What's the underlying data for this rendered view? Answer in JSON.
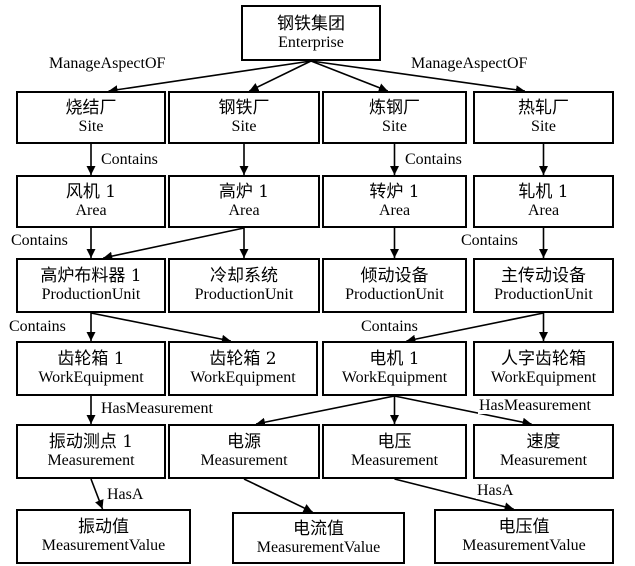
{
  "nodes": {
    "enterprise": {
      "cn": "钢铁集团",
      "en": "Enterprise"
    },
    "site_shaojie": {
      "cn": "烧结厂",
      "en": "Site"
    },
    "site_gangtie": {
      "cn": "钢铁厂",
      "en": "Site"
    },
    "site_liangang": {
      "cn": "炼钢厂",
      "en": "Site"
    },
    "site_rezha": {
      "cn": "热轧厂",
      "en": "Site"
    },
    "area_fengji": {
      "cn": "风机 1",
      "en": "Area"
    },
    "area_gaolu": {
      "cn": "高炉 1",
      "en": "Area"
    },
    "area_zhuanlu": {
      "cn": "转炉 1",
      "en": "Area"
    },
    "area_zhaji": {
      "cn": "轧机 1",
      "en": "Area"
    },
    "pu_bulaoqi": {
      "cn": "高炉布料器 1",
      "en": "ProductionUnit"
    },
    "pu_lengque": {
      "cn": "冷却系统",
      "en": "ProductionUnit"
    },
    "pu_qingdong": {
      "cn": "倾动设备",
      "en": "ProductionUnit"
    },
    "pu_zhuchuandong": {
      "cn": "主传动设备",
      "en": "ProductionUnit"
    },
    "we_chilunxiang1": {
      "cn": "齿轮箱 1",
      "en": "WorkEquipment"
    },
    "we_chilunxiang2": {
      "cn": "齿轮箱 2",
      "en": "WorkEquipment"
    },
    "we_dianji": {
      "cn": "电机 1",
      "en": "WorkEquipment"
    },
    "we_renzi": {
      "cn": "人字齿轮箱",
      "en": "WorkEquipment"
    },
    "m_zhendong": {
      "cn": "振动测点 1",
      "en": "Measurement"
    },
    "m_dianyuan": {
      "cn": "电源",
      "en": "Measurement"
    },
    "m_dianya": {
      "cn": "电压",
      "en": "Measurement"
    },
    "m_sudu": {
      "cn": "速度",
      "en": "Measurement"
    },
    "mv_zhendongzhi": {
      "cn": "振动值",
      "en": "MeasurementValue"
    },
    "mv_dianliuzhi": {
      "cn": "电流值",
      "en": "MeasurementValue"
    },
    "mv_dianyazhi": {
      "cn": "电压值",
      "en": "MeasurementValue"
    }
  },
  "labels": {
    "manage_left": "ManageAspectOF",
    "manage_right": "ManageAspectOF",
    "contains_site_left": "Contains",
    "contains_site_right": "Contains",
    "contains_area_left": "Contains",
    "contains_area_right": "Contains",
    "contains_pu_left": "Contains",
    "contains_pu_right": "Contains",
    "hasmeasurement_left": "HasMeasurement",
    "hasmeasurement_right": "HasMeasurement",
    "hasa_left": "HasA",
    "hasa_right": "HasA"
  },
  "edges": [
    [
      "enterprise",
      "site_shaojie"
    ],
    [
      "enterprise",
      "site_gangtie"
    ],
    [
      "enterprise",
      "site_liangang"
    ],
    [
      "enterprise",
      "site_rezha"
    ],
    [
      "site_shaojie",
      "area_fengji"
    ],
    [
      "site_gangtie",
      "area_gaolu"
    ],
    [
      "site_liangang",
      "area_zhuanlu"
    ],
    [
      "site_rezha",
      "area_zhaji"
    ],
    [
      "area_fengji",
      "pu_bulaoqi"
    ],
    [
      "area_gaolu",
      "pu_bulaoqi"
    ],
    [
      "area_gaolu",
      "pu_lengque"
    ],
    [
      "area_zhuanlu",
      "pu_qingdong"
    ],
    [
      "area_zhaji",
      "pu_zhuchuandong"
    ],
    [
      "pu_bulaoqi",
      "we_chilunxiang1"
    ],
    [
      "pu_bulaoqi",
      "we_chilunxiang2"
    ],
    [
      "pu_zhuchuandong",
      "we_dianji"
    ],
    [
      "pu_zhuchuandong",
      "we_renzi"
    ],
    [
      "we_chilunxiang1",
      "m_zhendong"
    ],
    [
      "we_dianji",
      "m_dianyuan"
    ],
    [
      "we_dianji",
      "m_dianya"
    ],
    [
      "we_dianji",
      "m_sudu"
    ],
    [
      "m_zhendong",
      "mv_zhendongzhi"
    ],
    [
      "m_dianyuan",
      "mv_dianliuzhi"
    ],
    [
      "m_dianya",
      "mv_dianyazhi"
    ]
  ]
}
